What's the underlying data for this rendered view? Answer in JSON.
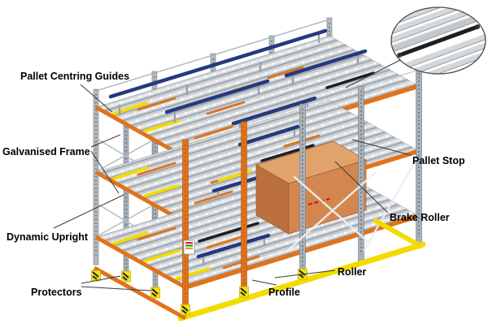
{
  "diagram": {
    "type": "labelled-technical-illustration",
    "subject": "pallet-live-storage-rack",
    "labels": [
      {
        "id": "pallet-centring-guides",
        "text": "Pallet Centring Guides"
      },
      {
        "id": "galvanised-frame",
        "text": "Galvanised Frame"
      },
      {
        "id": "dynamic-upright",
        "text": "Dynamic Upright"
      },
      {
        "id": "protectors",
        "text": "Protectors"
      },
      {
        "id": "pallet-stop",
        "text": "Pallet Stop"
      },
      {
        "id": "brake-roller",
        "text": "Brake Roller"
      },
      {
        "id": "roller",
        "text": "Roller"
      },
      {
        "id": "profile",
        "text": "Profile"
      }
    ],
    "inset": {
      "id": "brake-roller-detail-inset"
    },
    "colors": {
      "beam_orange": "#E0731C",
      "guide_yellow": "#F2DC00",
      "rail_navy": "#24397E",
      "galvanised_grey": "#A9B0B6",
      "roller_bed_grey": "#C9CED2",
      "pallet_stop_black": "#1F1F1F",
      "load_box_orange": "#D3874F",
      "label_text": "#000000"
    }
  }
}
